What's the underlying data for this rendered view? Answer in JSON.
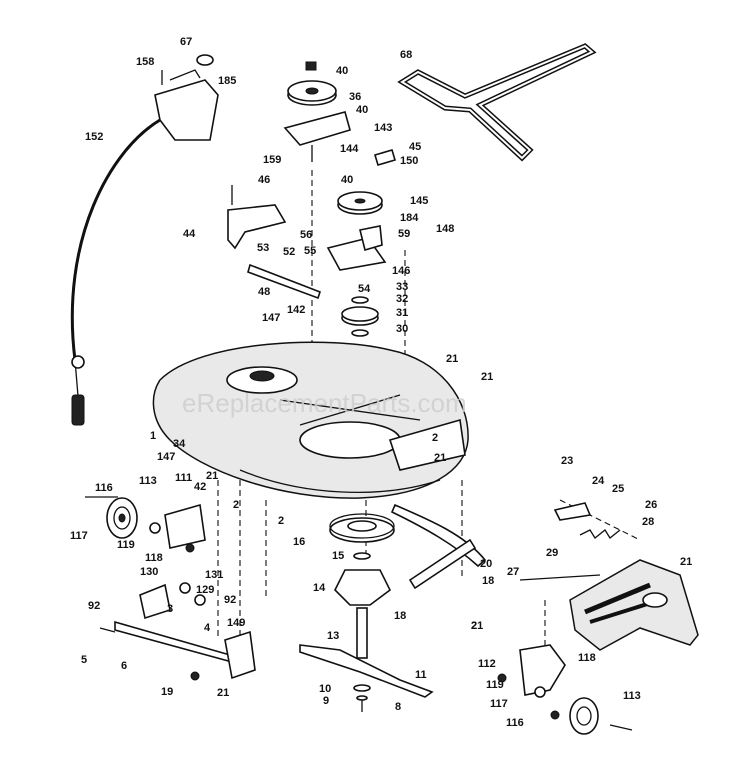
{
  "watermark": "eReplacementParts.com",
  "labels": [
    "67",
    "158",
    "185",
    "40",
    "36",
    "40",
    "143",
    "144",
    "159",
    "68",
    "45",
    "150",
    "40",
    "145",
    "184",
    "59",
    "148",
    "152",
    "46",
    "44",
    "56",
    "55",
    "146",
    "53",
    "52",
    "48",
    "54",
    "33",
    "32",
    "31",
    "30",
    "147",
    "142",
    "21",
    "21",
    "1",
    "34",
    "147",
    "2",
    "21",
    "21",
    "116",
    "113",
    "111",
    "42",
    "117",
    "119",
    "118",
    "2",
    "2",
    "16",
    "15",
    "20",
    "14",
    "18",
    "18",
    "130",
    "131",
    "129",
    "92",
    "92",
    "3",
    "4",
    "149",
    "5",
    "6",
    "19",
    "21",
    "13",
    "11",
    "10",
    "9",
    "8",
    "21",
    "23",
    "24",
    "25",
    "26",
    "28",
    "29",
    "27",
    "21",
    "2",
    "112",
    "118",
    "119",
    "117",
    "113",
    "116"
  ]
}
